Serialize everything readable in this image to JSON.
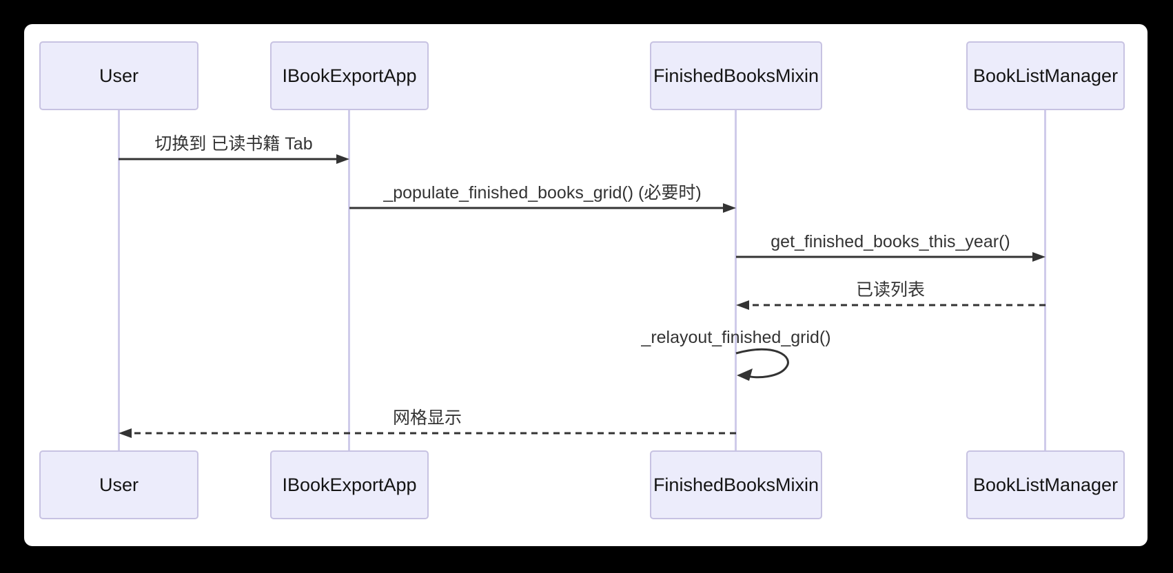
{
  "diagram_type": "sequence_diagram",
  "actors": [
    {
      "name": "User"
    },
    {
      "name": "IBookExportApp"
    },
    {
      "name": "FinishedBooksMixin"
    },
    {
      "name": "BookListManager"
    }
  ],
  "messages": [
    {
      "from": "User",
      "to": "IBookExportApp",
      "label": "切换到 已读书籍 Tab",
      "line": "solid",
      "arrow": "filled"
    },
    {
      "from": "IBookExportApp",
      "to": "FinishedBooksMixin",
      "label": "_populate_finished_books_grid() (必要时)",
      "line": "solid",
      "arrow": "filled"
    },
    {
      "from": "FinishedBooksMixin",
      "to": "BookListManager",
      "label": "get_finished_books_this_year()",
      "line": "solid",
      "arrow": "filled"
    },
    {
      "from": "BookListManager",
      "to": "FinishedBooksMixin",
      "label": "已读列表",
      "line": "dashed",
      "arrow": "filled"
    },
    {
      "from": "FinishedBooksMixin",
      "to": "FinishedBooksMixin",
      "label": "_relayout_finished_grid()",
      "line": "self_loop",
      "arrow": "filled"
    },
    {
      "from": "FinishedBooksMixin",
      "to": "User",
      "label": "网格显示",
      "line": "dashed",
      "arrow": "filled"
    }
  ],
  "colors": {
    "page_background": "#000000",
    "canvas_background": "#ffffff",
    "actor_fill": "#ECECFB",
    "actor_border": "#C7C2E2",
    "lifeline": "#CFCBEA",
    "arrow": "#333333",
    "actor_text": "#141414",
    "message_text": "#333333"
  }
}
